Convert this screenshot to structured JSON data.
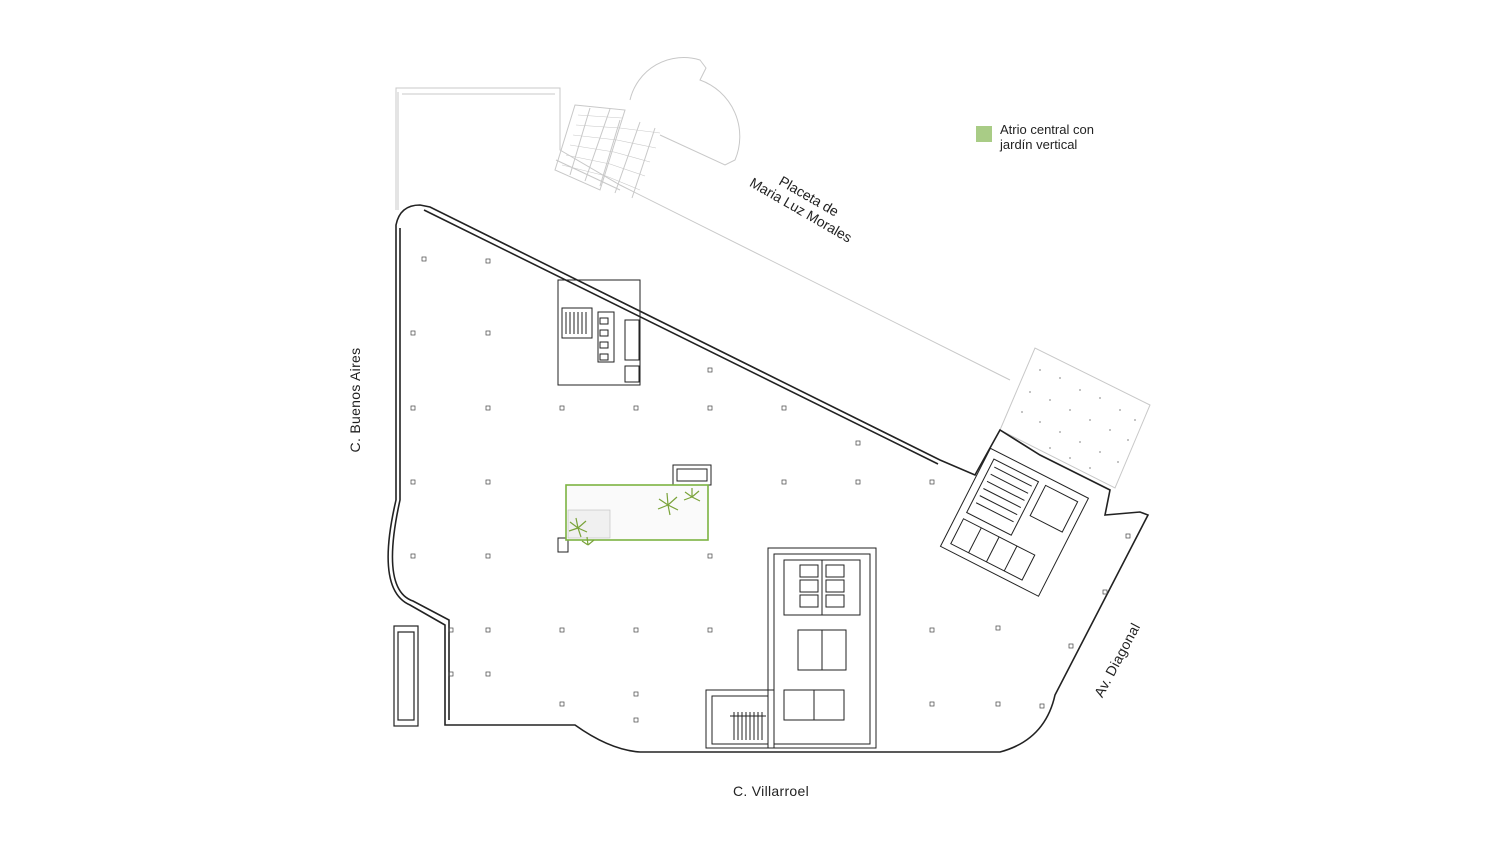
{
  "legend": {
    "swatch_color": "#a9cc86",
    "text_line1": "Atrio central con",
    "text_line2": "jardín vertical"
  },
  "streets": {
    "buenos_aires": "C. Buenos Aires",
    "villarroel": "C. Villarroel",
    "diagonal": "Av. Diagonal",
    "placeta_line1": "Placeta de",
    "placeta_line2": "Maria Luz Morales"
  },
  "colors": {
    "walls": "#222222",
    "context_lines": "#c8c8c8",
    "atrium_outline": "#7cb342",
    "plants": "#7aa33a"
  },
  "icons": {
    "column": "column-marker-icon",
    "plant": "plant-icon",
    "stair": "stair-icon"
  }
}
